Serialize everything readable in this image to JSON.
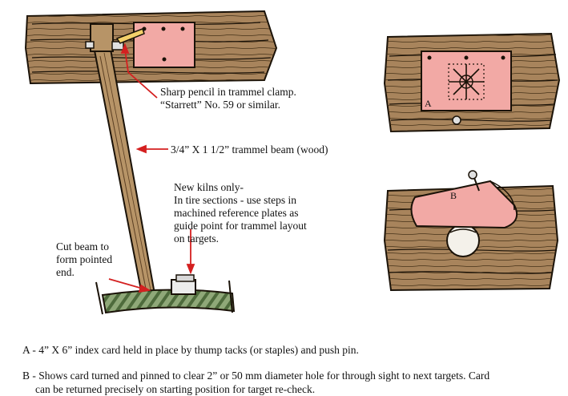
{
  "labels": {
    "pencil": "Sharp pencil in trammel clamp.\n“Starrett” No. 59 or similar.",
    "beam": "3/4”  X  1 1/2” trammel beam (wood)",
    "kilns": "New kilns only-\nIn tire sections - use steps in\nmachined reference plates as\nguide point for trammel layout\non targets.",
    "cut": "Cut beam to\nform pointed\nend.",
    "card_a": "A",
    "card_b": "B"
  },
  "notes": {
    "a": "A - 4”  X  6” index card held in place by thump tacks (or staples) and push pin.",
    "b_line1": "B - Shows card turned and pinned to clear 2” or 50 mm diameter hole for through sight to next targets.  Card",
    "b_line2": "can be returned precisely on starting position for target re-check."
  },
  "colors": {
    "wood": "#a8845c",
    "wood_dark": "#5a3e22",
    "card": "#f2a9a5",
    "arrow": "#d42020",
    "tire": "#8fa878"
  }
}
